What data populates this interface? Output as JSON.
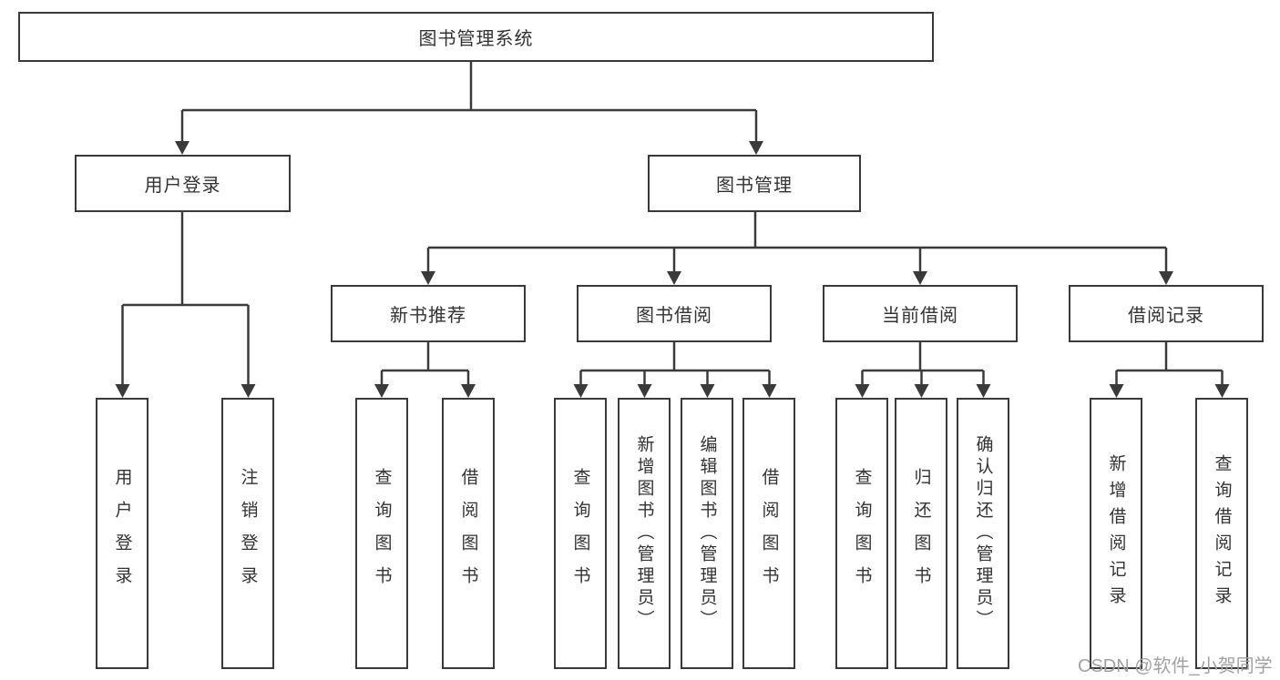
{
  "tree": {
    "root": {
      "label": "图书管理系统"
    },
    "branches": [
      {
        "label": "用户登录",
        "children": [
          {
            "label": "用户登录"
          },
          {
            "label": "注销登录"
          }
        ]
      },
      {
        "label": "图书管理",
        "children": [
          {
            "label": "新书推荐",
            "children": [
              {
                "label": "查询图书"
              },
              {
                "label": "借阅图书"
              }
            ]
          },
          {
            "label": "图书借阅",
            "children": [
              {
                "label": "查询图书"
              },
              {
                "label": "新增图书（管理员）"
              },
              {
                "label": "编辑图书（管理员）"
              },
              {
                "label": "借阅图书"
              }
            ]
          },
          {
            "label": "当前借阅",
            "children": [
              {
                "label": "查询图书"
              },
              {
                "label": "归还图书"
              },
              {
                "label": "确认归还（管理员）"
              }
            ]
          },
          {
            "label": "借阅记录",
            "children": [
              {
                "label": "新增借阅记录"
              },
              {
                "label": "查询借阅记录"
              }
            ]
          }
        ]
      }
    ]
  },
  "watermark": {
    "text": "CSDN @软件_小贺同学"
  },
  "colors": {
    "line": "#3a3a3a",
    "text": "#333333",
    "node_fill": "#ffffff",
    "watermark": "#a2a2a4",
    "background": "#ffffff"
  }
}
